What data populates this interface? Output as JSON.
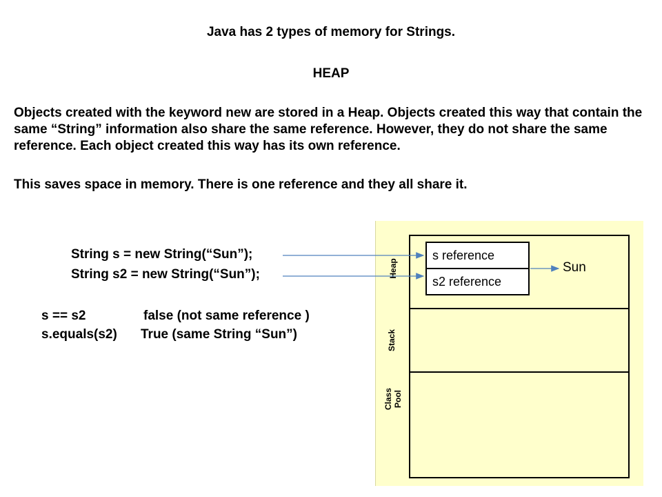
{
  "title": "Java has 2 types of memory for Strings.",
  "heading": "HEAP",
  "paragraph1": "Objects created with the keyword new are stored in a Heap.  Objects created this way that contain the same “String”  information also share the same reference.  However, they do not share the same reference.  Each object created this way has its own reference.",
  "paragraph2": "This saves space in memory.  There is one reference and they all share it.",
  "code": {
    "line1": "String s =   new String(“Sun”);",
    "line2": "String s2 = new String(“Sun”);"
  },
  "comparisons": {
    "eq_expr": "s == s2",
    "eq_result": "false  (not same reference )",
    "equals_expr": "s.equals(s2)",
    "equals_result": "True (same String “Sun”)"
  },
  "memory": {
    "heap_label": "Heap",
    "stack_label": "Stack",
    "pool_label_line1": "Class",
    "pool_label_line2": "Pool",
    "ref_s": "s reference",
    "ref_s2": "s2 reference",
    "value": "Sun"
  },
  "colors": {
    "memory_background": "#ffffcc",
    "arrow": "#4f81bd"
  }
}
